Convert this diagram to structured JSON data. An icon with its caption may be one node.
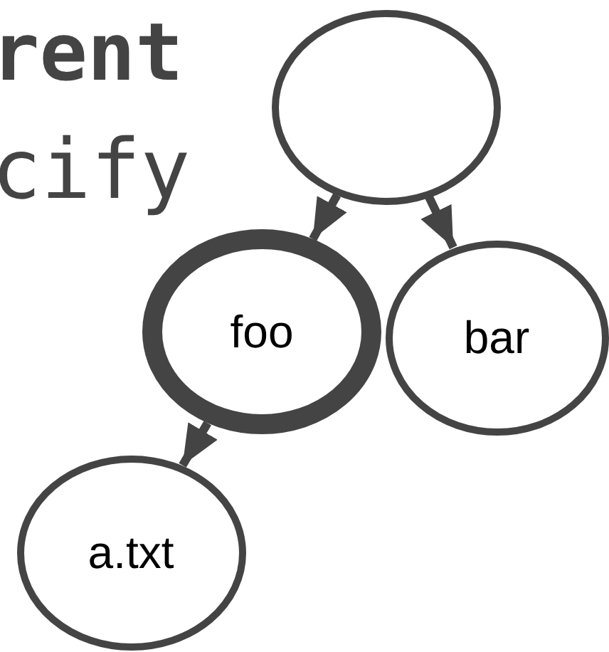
{
  "diagram": {
    "nodes": [
      {
        "text": [],
        "shape": "circle"
      },
      {
        "text": [
          "foo"
        ]
      },
      {
        "text": [
          "bar"
        ]
      },
      {
        "text": [
          "a.txt"
        ]
      }
    ],
    "edges": [
      {
        "from": 0,
        "to": 1,
        "arrow": "to"
      },
      {
        "from": 0,
        "to": 2,
        "arrow": "to"
      },
      {
        "from": 1,
        "to": 3,
        "arrow": "to"
      }
    ],
    "labels": [
      "rent",
      "cify"
    ]
  }
}
